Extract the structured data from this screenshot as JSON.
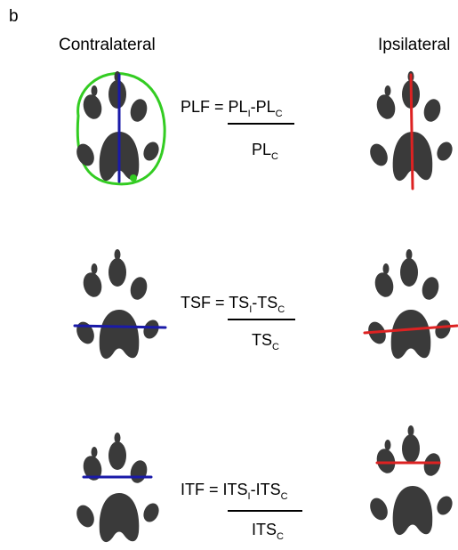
{
  "panel_label": "b",
  "columns": {
    "left": "Contralateral",
    "right": "Ipsilateral"
  },
  "equations": [
    {
      "lhs": "PLF = ",
      "t1": "PL",
      "s1": "I",
      "minus": "-",
      "t2": "PL",
      "s2": "C",
      "den": "PL",
      "den_sub": "C"
    },
    {
      "lhs": "TSF = ",
      "t1": "TS",
      "s1": "I",
      "minus": "-",
      "t2": "TS",
      "s2": "C",
      "den": "TS",
      "den_sub": "C"
    },
    {
      "lhs": "ITF = ",
      "t1": "ITS",
      "s1": "I",
      "minus": "-",
      "t2": "ITS",
      "s2": "C",
      "den": "ITS",
      "den_sub": "C"
    }
  ],
  "colors": {
    "contralateral": "#1a1aa8",
    "ipsilateral": "#dd2222",
    "outline": "#33cc22",
    "paw": "#3a3a3a"
  }
}
